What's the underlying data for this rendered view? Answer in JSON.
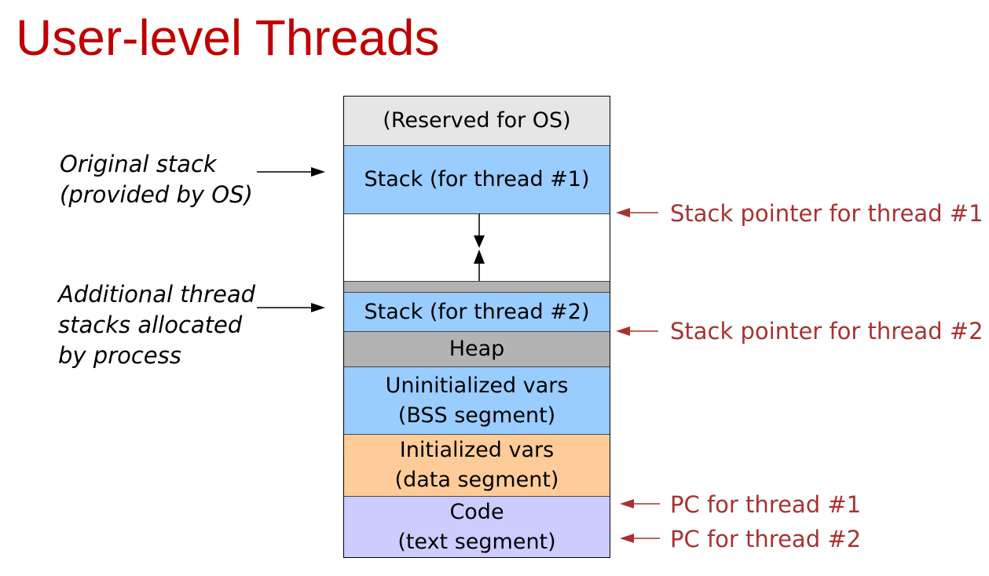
{
  "title": "User-level Threads",
  "segments": {
    "reserved": "(Reserved for OS)",
    "stack1": "Stack (for thread #1)",
    "stack2": "Stack (for thread #2)",
    "heap": "Heap",
    "bss_line1": "Uninitialized vars",
    "bss_line2": "(BSS segment)",
    "data_line1": "Initialized vars",
    "data_line2": "(data segment)",
    "code_line1": "Code",
    "code_line2": "(text segment)"
  },
  "notes": {
    "original_line1": "Original stack",
    "original_line2": "(provided by OS)",
    "additional_line1": "Additional thread",
    "additional_line2": "stacks allocated",
    "additional_line3": "by process"
  },
  "pointers": {
    "sp1": "Stack pointer for thread #1",
    "sp2": "Stack pointer for thread #2",
    "pc1": "PC for thread #1",
    "pc2": "PC for thread #2"
  },
  "colors": {
    "title": "#c00000",
    "reserved": "#e6e6e6",
    "stack": "#99ccff",
    "gap": "#ffffff",
    "guard": "#b3b3b3",
    "heap": "#b3b3b3",
    "bss": "#99ccff",
    "data": "#ffcc99",
    "code": "#ccccff",
    "pointer": "#a83232"
  }
}
